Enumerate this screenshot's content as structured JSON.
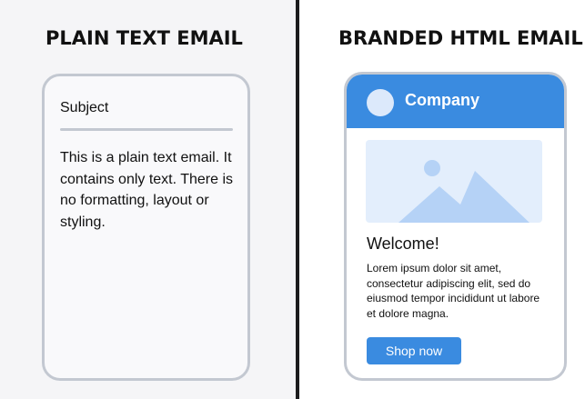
{
  "plain_panel": {
    "heading": "PLAIN TEXT EMAIL",
    "email": {
      "subject": "Subject",
      "body": "This is a plain text email. It contains only text. There is no formatting, layout or styling."
    }
  },
  "branded_panel": {
    "heading": "BRANDED HTML EMAIL",
    "email": {
      "company": "Company",
      "hero_icon": "image-placeholder-icon",
      "logo_icon": "company-logo-icon",
      "headline": "Welcome!",
      "body": "Lorem ipsum dolor sit amet, consectetur adipiscing elit, sed do eiusmod tempor incididunt ut labore et dolore magna.",
      "cta_label": "Shop now"
    }
  },
  "colors": {
    "brand_blue": "#3a8be0",
    "card_border": "#c3c8d1",
    "left_background": "#f5f5f7",
    "divider": "#1c1c1e",
    "hero_background": "#e3eefc",
    "hero_mountains": "#b5d2f6"
  }
}
